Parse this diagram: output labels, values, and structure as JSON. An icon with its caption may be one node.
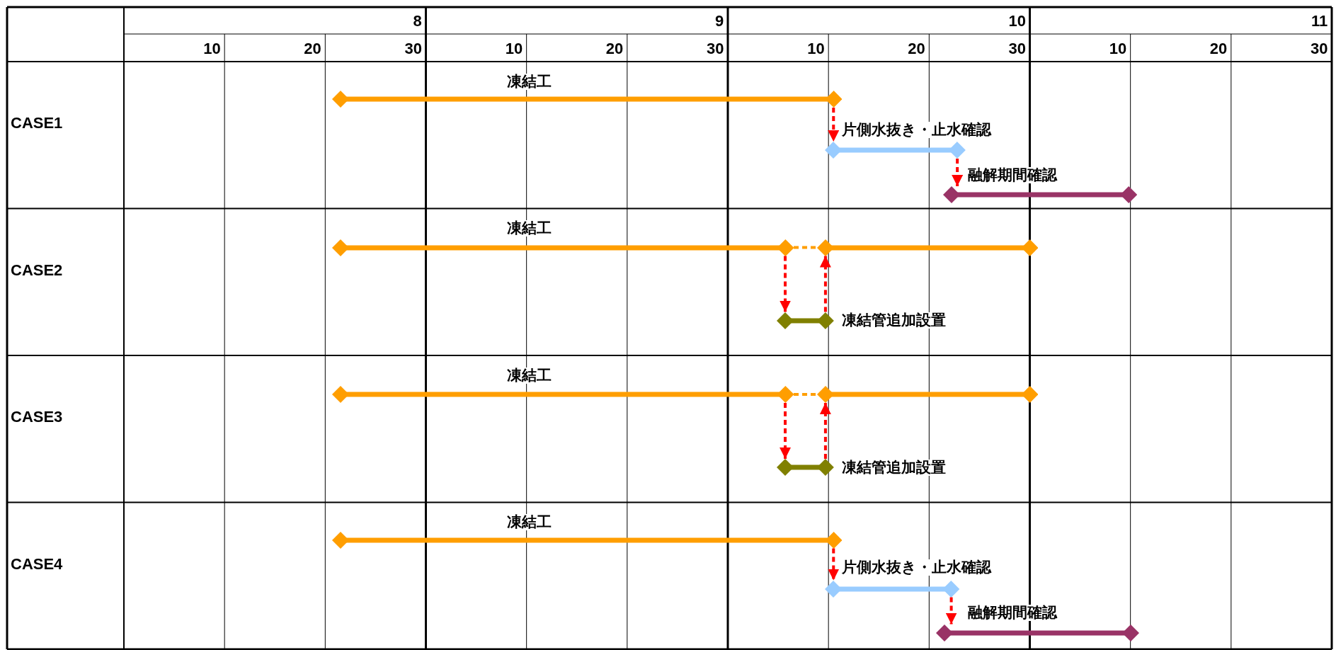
{
  "diagram": {
    "nodes": [
      {
        "text": [
          "凍結工"
        ]
      },
      {
        "text": [
          "片側水抜き・止水確認"
        ]
      },
      {
        "text": [
          "融解期間確認"
        ]
      },
      {
        "text": [
          "凍結工"
        ]
      },
      {
        "text": [],
        "shape": "bar"
      },
      {
        "text": [
          "凍結管追加設置"
        ]
      },
      {
        "text": [
          "凍結工"
        ]
      },
      {
        "text": [],
        "shape": "bar"
      },
      {
        "text": [
          "凍結管追加設置"
        ]
      },
      {
        "text": [
          "凍結工"
        ]
      },
      {
        "text": [
          "片側水抜き・止水確認"
        ]
      },
      {
        "text": [
          "融解期間確認"
        ]
      }
    ],
    "edges": [
      {
        "from": 0,
        "to": 1,
        "arrow": "to",
        "style": "dashed"
      },
      {
        "from": 1,
        "to": 2,
        "arrow": "to",
        "style": "dashed"
      },
      {
        "from": 3,
        "to": 4,
        "arrow": "none",
        "style": "dashed",
        "color": "#ff9e00"
      },
      {
        "from": 3,
        "to": 5,
        "arrow": "to",
        "style": "dashed"
      },
      {
        "from": 5,
        "to": 4,
        "arrow": "to",
        "style": "dashed"
      },
      {
        "from": 6,
        "to": 7,
        "arrow": "none",
        "style": "dashed",
        "color": "#ff9e00"
      },
      {
        "from": 6,
        "to": 8,
        "arrow": "to",
        "style": "dashed"
      },
      {
        "from": 8,
        "to": 7,
        "arrow": "to",
        "style": "dashed"
      },
      {
        "from": 9,
        "to": 10,
        "arrow": "to",
        "style": "dashed"
      },
      {
        "from": 10,
        "to": 11,
        "arrow": "to",
        "style": "dashed"
      }
    ],
    "labels": [
      "8",
      "9",
      "10",
      "11",
      "10",
      "20",
      "30",
      "10",
      "20",
      "30",
      "10",
      "20",
      "30",
      "10",
      "20",
      "30",
      "CASE1",
      "CASE2",
      "CASE3",
      "CASE4"
    ]
  }
}
